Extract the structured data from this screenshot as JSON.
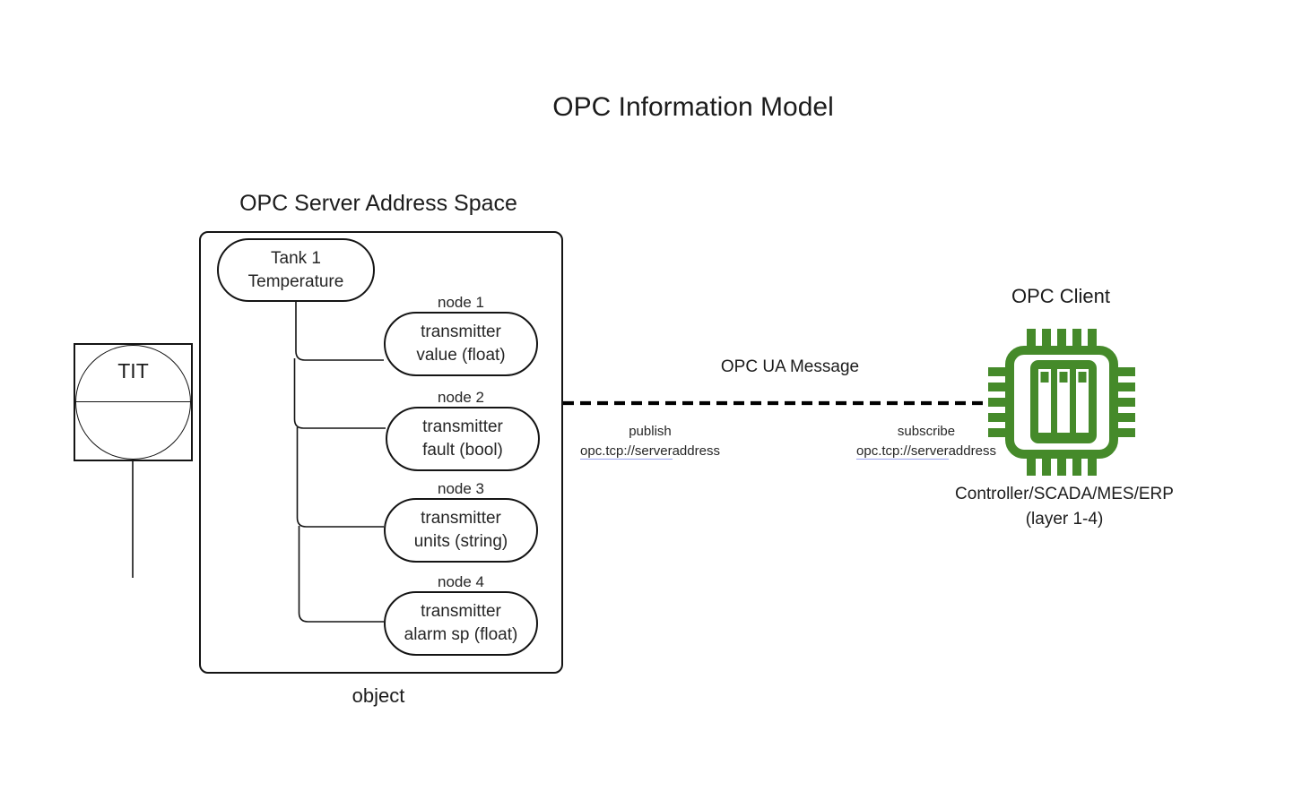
{
  "title": "OPC Information Model",
  "instrument": {
    "tag": "TIT"
  },
  "server": {
    "heading": "OPC Server Address Space",
    "root_node": {
      "line1": "Tank 1",
      "line2": "Temperature"
    },
    "nodes": [
      {
        "label": "node 1",
        "line1": "transmitter",
        "line2": "value (float)"
      },
      {
        "label": "node 2",
        "line1": "transmitter",
        "line2": "fault (bool)"
      },
      {
        "label": "node 3",
        "line1": "transmitter",
        "line2": "units (string)"
      },
      {
        "label": "node 4",
        "line1": "transmitter",
        "line2": "alarm sp (float)"
      }
    ],
    "caption": "object"
  },
  "message": {
    "label": "OPC UA Message",
    "publish": {
      "action": "publish",
      "url_link": "opc.tcp://server",
      "url_rest": "address"
    },
    "subscribe": {
      "action": "subscribe",
      "url_link": "opc.tcp://server",
      "url_rest": "address"
    }
  },
  "client": {
    "heading": "OPC Client",
    "icon": "chip-icon",
    "caption_line1": "Controller/SCADA/MES/ERP",
    "caption_line2": "(layer 1-4)"
  },
  "colors": {
    "chip_green": "#458a2a",
    "link_underline": "#9aa3f0",
    "line_black": "#141414"
  }
}
